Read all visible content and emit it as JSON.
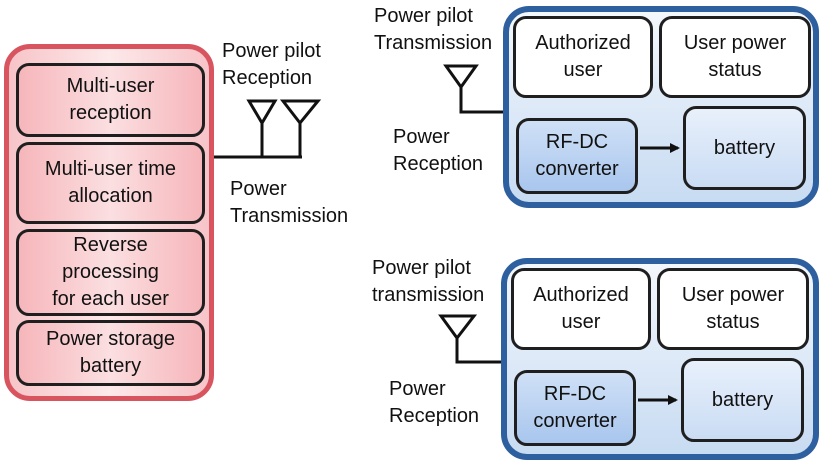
{
  "transmitter": {
    "blocks": [
      "Multi-user reception",
      "Multi-user time allocation",
      "Reverse processing for each user",
      "Power storage battery"
    ],
    "lines": {
      "b1": [
        "Multi-user",
        "reception"
      ],
      "b2": [
        "Multi-user time",
        "allocation"
      ],
      "b3": [
        "Reverse",
        "processing",
        "for each user"
      ],
      "b4": [
        "Power storage",
        "battery"
      ]
    },
    "pilot_label": [
      "Power pilot",
      "Reception"
    ],
    "power_label": [
      "Power",
      "Transmission"
    ]
  },
  "receiver_top": {
    "pilot_label": [
      "Power pilot",
      "Transmission"
    ],
    "power_label": [
      "Power",
      "Reception"
    ],
    "authorized": [
      "Authorized",
      "user"
    ],
    "status": [
      "User power",
      "status"
    ],
    "converter": [
      "RF-DC",
      "converter"
    ],
    "battery": "battery"
  },
  "receiver_bottom": {
    "pilot_label": [
      "Power pilot",
      "transmission"
    ],
    "power_label": [
      "Power",
      "Reception"
    ],
    "authorized": [
      "Authorized",
      "user"
    ],
    "status": [
      "User power",
      "status"
    ],
    "converter": [
      "RF-DC",
      "converter"
    ],
    "battery": "battery"
  },
  "colors": {
    "tx_border": "#d85560",
    "rx_border": "#2e5f9e",
    "block_border": "#1f1f1f"
  }
}
